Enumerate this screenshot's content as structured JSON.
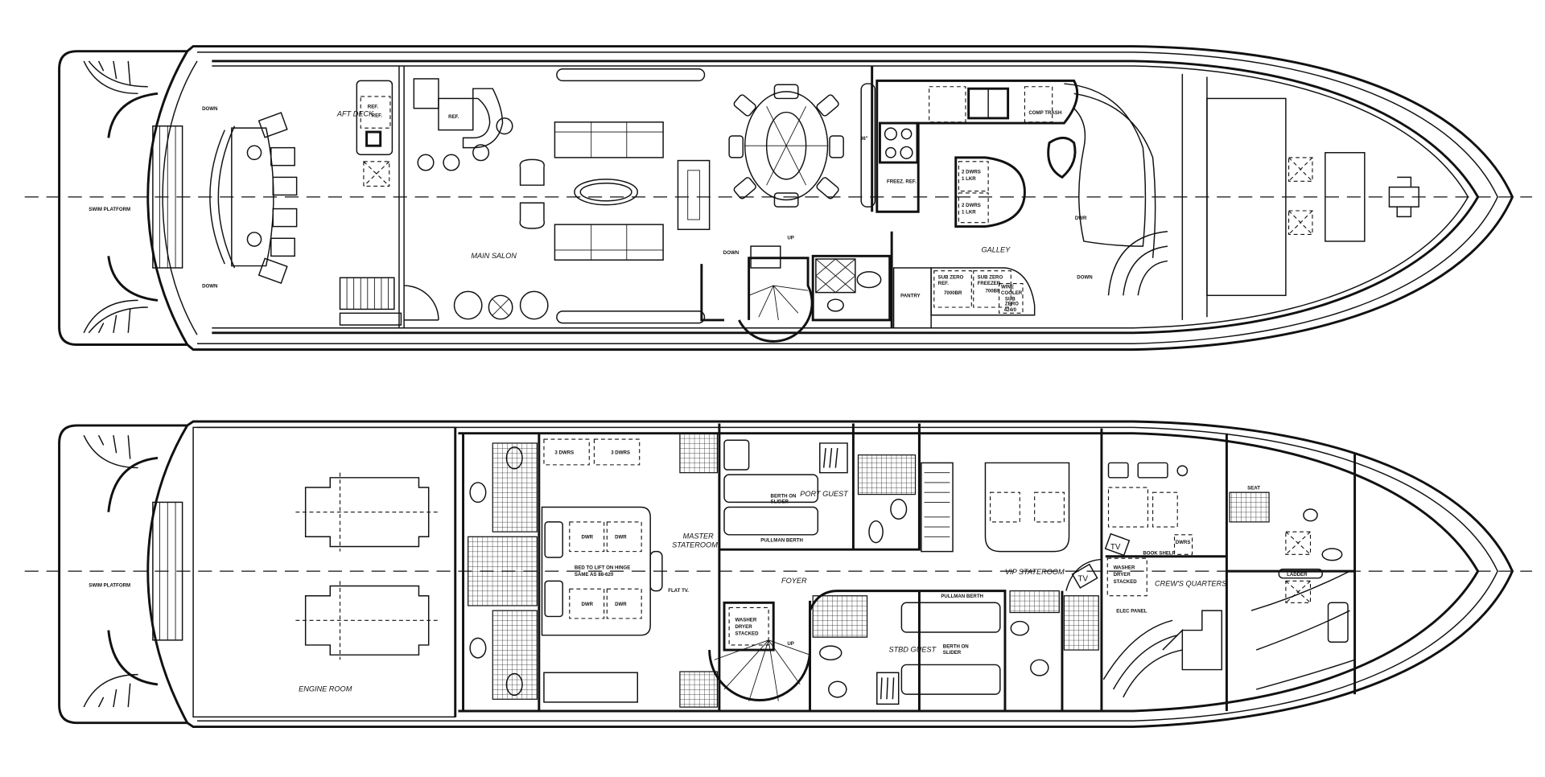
{
  "colors": {
    "line": "#111111",
    "background": "#ffffff"
  },
  "main_deck": {
    "swim_platform": "SWIM PLATFORM",
    "down_port": "DOWN",
    "down_stbd": "DOWN",
    "aft_deck": "AFT DECK",
    "ref_1": "REF.",
    "ref_2": "REF.",
    "ref_3": "REF.",
    "main_salon": "MAIN SALON",
    "stair_down": "DOWN",
    "stair_up": "UP",
    "dimension_36": "36\"",
    "comp_trash": "COMP TRASH",
    "freez_ref": "FREEZ. REF.",
    "island_upper": [
      "2 DWRS",
      "1 LKR"
    ],
    "island_lower": [
      "2 DWRS",
      "1 LKR"
    ],
    "galley": "GALLEY",
    "galley_dwr": "DWR",
    "galley_down": "DOWN",
    "pantry": "PANTRY",
    "sub_zero_ref": [
      "SUB ZERO",
      "REF.",
      "7000BR"
    ],
    "sub_zero_freezer": [
      "SUB ZERO",
      "FREEZER",
      "700BF"
    ],
    "wine_cooler": [
      "WINE",
      "COOLER",
      "SUB",
      "ZERO",
      "424/0"
    ]
  },
  "lower_deck": {
    "swim_platform": "SWIM PLATFORM",
    "engine_room": "ENGINE ROOM",
    "three_dwrs_1": "3 DWRS",
    "three_dwrs_2": "3 DWRS",
    "dwr": "DWR",
    "bed_note": [
      "BED TO LIFT ON HINGE",
      "SAME AS 88-620"
    ],
    "master_stateroom": [
      "MASTER",
      "STATEROOM"
    ],
    "flat_tv": "FLAT TV.",
    "port_guest": "PORT GUEST",
    "berth_on_slider": [
      "BERTH ON",
      "SLIDER"
    ],
    "pullman_berth": "PULLMAN BERTH",
    "foyer": "FOYER",
    "washer_dryer": [
      "WASHER",
      "DRYER",
      "STACKED"
    ],
    "up": "UP",
    "stbd_guest": "STBD GUEST",
    "vip_stateroom": "VIP STATEROOM",
    "tv": "TV",
    "crews_quarters": "CREW'S QUARTERS",
    "elec_panel": "ELEC PANEL",
    "book_shelf": "BOOK SHELF",
    "dwrs": "DWRS",
    "seat": "SEAT",
    "ladder": "LADDER"
  }
}
